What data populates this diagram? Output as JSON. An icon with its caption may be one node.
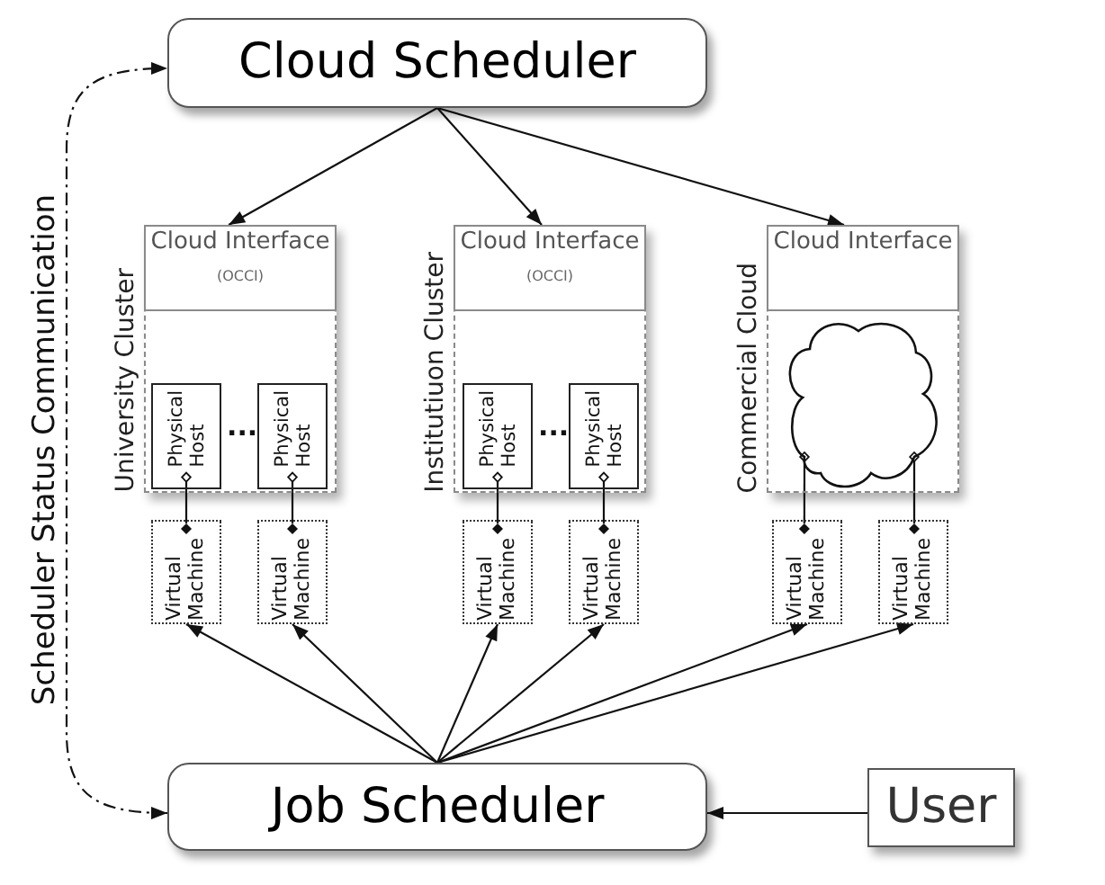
{
  "diagram": {
    "nodes": [
      {
        "text": [
          "Cloud Scheduler"
        ]
      },
      {
        "text": [
          "University Cluster"
        ]
      },
      {
        "text": [
          "Cloud Interface",
          "(OCCI)"
        ],
        "in": 1
      },
      {
        "text": [
          "Physical Host"
        ],
        "in": 1
      },
      {
        "text": [
          "Physical Host"
        ],
        "in": 1
      },
      {
        "text": [
          "Institutiuon Cluster"
        ]
      },
      {
        "text": [
          "Cloud Interface",
          "(OCCI)"
        ],
        "in": 5
      },
      {
        "text": [
          "Physical Host"
        ],
        "in": 5
      },
      {
        "text": [
          "Physical Host"
        ],
        "in": 5
      },
      {
        "text": [
          "Commercial Cloud"
        ]
      },
      {
        "text": [
          "Cloud Interface"
        ],
        "in": 9
      },
      {
        "text": [],
        "shape": "cloud",
        "in": 9
      },
      {
        "text": [
          "Virtual Machine"
        ]
      },
      {
        "text": [
          "Virtual Machine"
        ]
      },
      {
        "text": [
          "Virtual Machine"
        ]
      },
      {
        "text": [
          "Virtual Machine"
        ]
      },
      {
        "text": [
          "Virtual Machine"
        ]
      },
      {
        "text": [
          "Virtual Machine"
        ]
      },
      {
        "text": [
          "Job Scheduler"
        ]
      },
      {
        "text": [
          "User"
        ]
      }
    ],
    "edges": [
      {
        "from": 0,
        "to": 2,
        "arrow": "to"
      },
      {
        "from": 0,
        "to": 6,
        "arrow": "to"
      },
      {
        "from": 0,
        "to": 10,
        "arrow": "to"
      },
      {
        "from": 3,
        "to": 12,
        "arrow": "other"
      },
      {
        "from": 4,
        "to": 13,
        "arrow": "other"
      },
      {
        "from": 7,
        "to": 14,
        "arrow": "other"
      },
      {
        "from": 8,
        "to": 15,
        "arrow": "other"
      },
      {
        "from": 11,
        "to": 16,
        "arrow": "other"
      },
      {
        "from": 11,
        "to": 17,
        "arrow": "other"
      },
      {
        "from": 18,
        "to": 12,
        "arrow": "to"
      },
      {
        "from": 18,
        "to": 13,
        "arrow": "to"
      },
      {
        "from": 18,
        "to": 14,
        "arrow": "to"
      },
      {
        "from": 18,
        "to": 15,
        "arrow": "to"
      },
      {
        "from": 18,
        "to": 16,
        "arrow": "to"
      },
      {
        "from": 18,
        "to": 17,
        "arrow": "to"
      },
      {
        "from": 19,
        "to": 18,
        "arrow": "to"
      },
      {
        "from": 18,
        "to": 0,
        "arrow": "both",
        "style": "dashed",
        "label": "Scheduler Status Communication"
      }
    ],
    "labels": [
      "...",
      "..."
    ]
  }
}
